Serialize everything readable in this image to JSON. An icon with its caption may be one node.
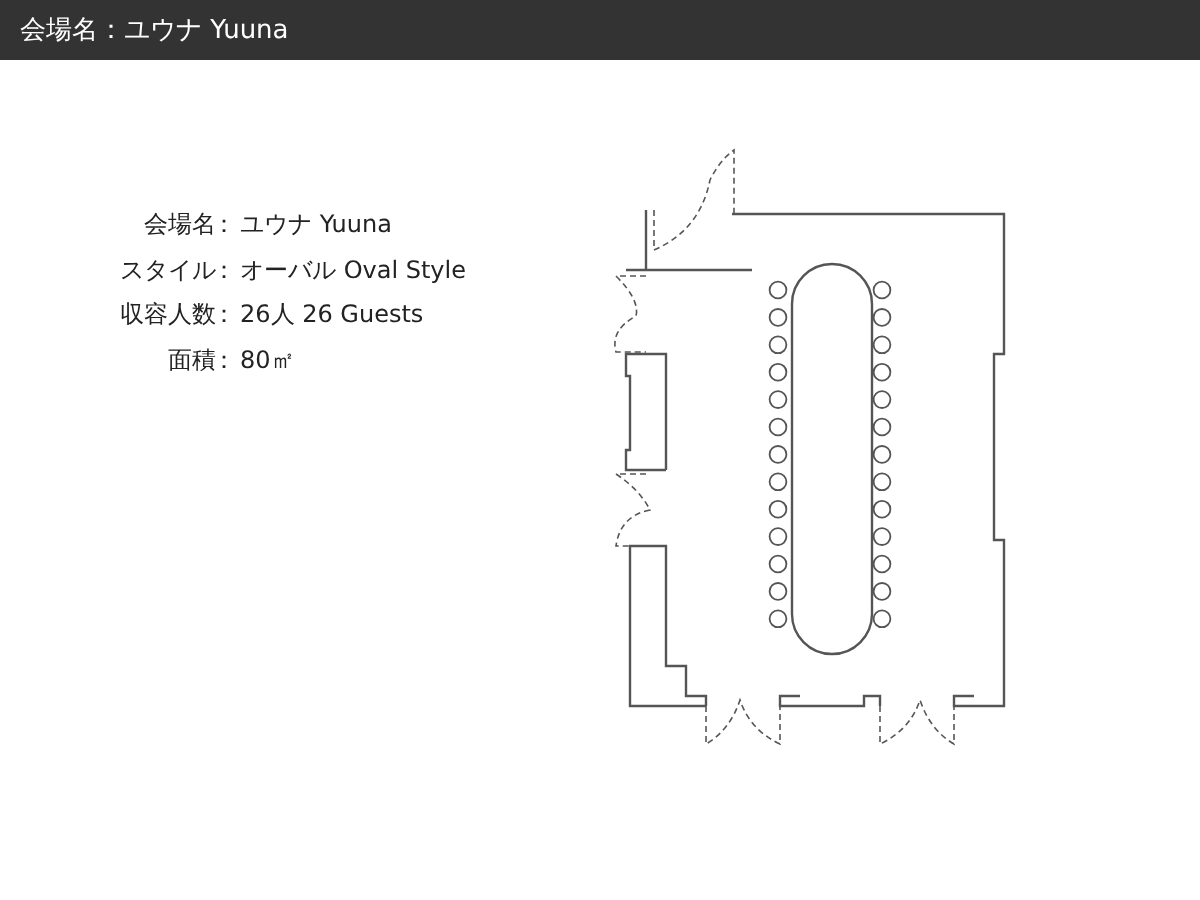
{
  "diagram": {
    "title": "会場名：ユウナ Yuuna",
    "labels": [
      "会場名",
      "：",
      "ユウナ Yuuna",
      "スタイル",
      "：",
      "オーバル Oval Style",
      "収容人数",
      "：",
      "26人 26 Guests",
      "面積",
      "：",
      "80㎡"
    ]
  }
}
